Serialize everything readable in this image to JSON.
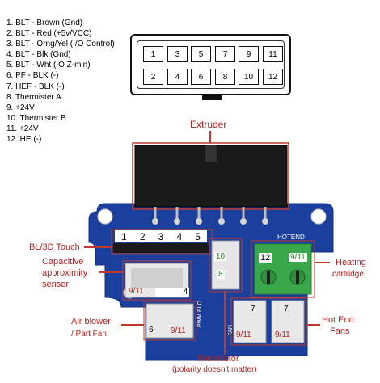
{
  "pin_list": [
    "1. BLT - Brown (Gnd)",
    "2. BLT - Red (+5v/VCC)",
    "3. BLT - Orng/Yel (I/O Control)",
    "4. BLT - Blk (Gnd)",
    "5. BLT - Wht (IO Z-min)",
    "6. PF - BLK (-)",
    "7. HEF - BLK (-)",
    "8. Thermister A",
    "9. +24V",
    "10. Thermister B",
    "11. +24V",
    "12. HE (-)"
  ],
  "connector": {
    "top_row": [
      "1",
      "3",
      "5",
      "7",
      "9",
      "11"
    ],
    "bottom_row": [
      "2",
      "4",
      "6",
      "8",
      "10",
      "12"
    ]
  },
  "labels": {
    "extruder": "Extruder",
    "bltouch": "BL/3D Touch",
    "bltouch_pins": [
      "1",
      "2",
      "3",
      "4",
      "5"
    ],
    "capacitive": "Capacitive",
    "approximity": "approximity",
    "sensor": "sensor",
    "cap_num_left": "9/11",
    "cap_num_right": "4",
    "air_blower": "Air blower",
    "part_fan": "/ Part Fan",
    "fan_num_left": "6",
    "fan_num_right": "9/11",
    "thermistor_top": "10",
    "thermistor_bottom": "8",
    "thermistor": "Thermistor",
    "thermistor_note": "(polarity doesn't matter)",
    "heater_left": "12",
    "heater_right": "9/11",
    "heating": "Heating",
    "cartridge": "cartridge",
    "hotend_fan1_top": "7",
    "hotend_fan1_bottom": "9/11",
    "hotend_fan2_top": "7",
    "hotend_fan2_bottom": "9/11",
    "hot_end": "Hot End",
    "fans": "Fans",
    "silk_hotend": "HOTEND",
    "silk_pwm": "PWM BLO",
    "silk_fan": "FAN"
  },
  "colors": {
    "pcb": "#1b3f9c",
    "annotation_red": "#c0392b",
    "terminal_green": "#3aa84a"
  }
}
